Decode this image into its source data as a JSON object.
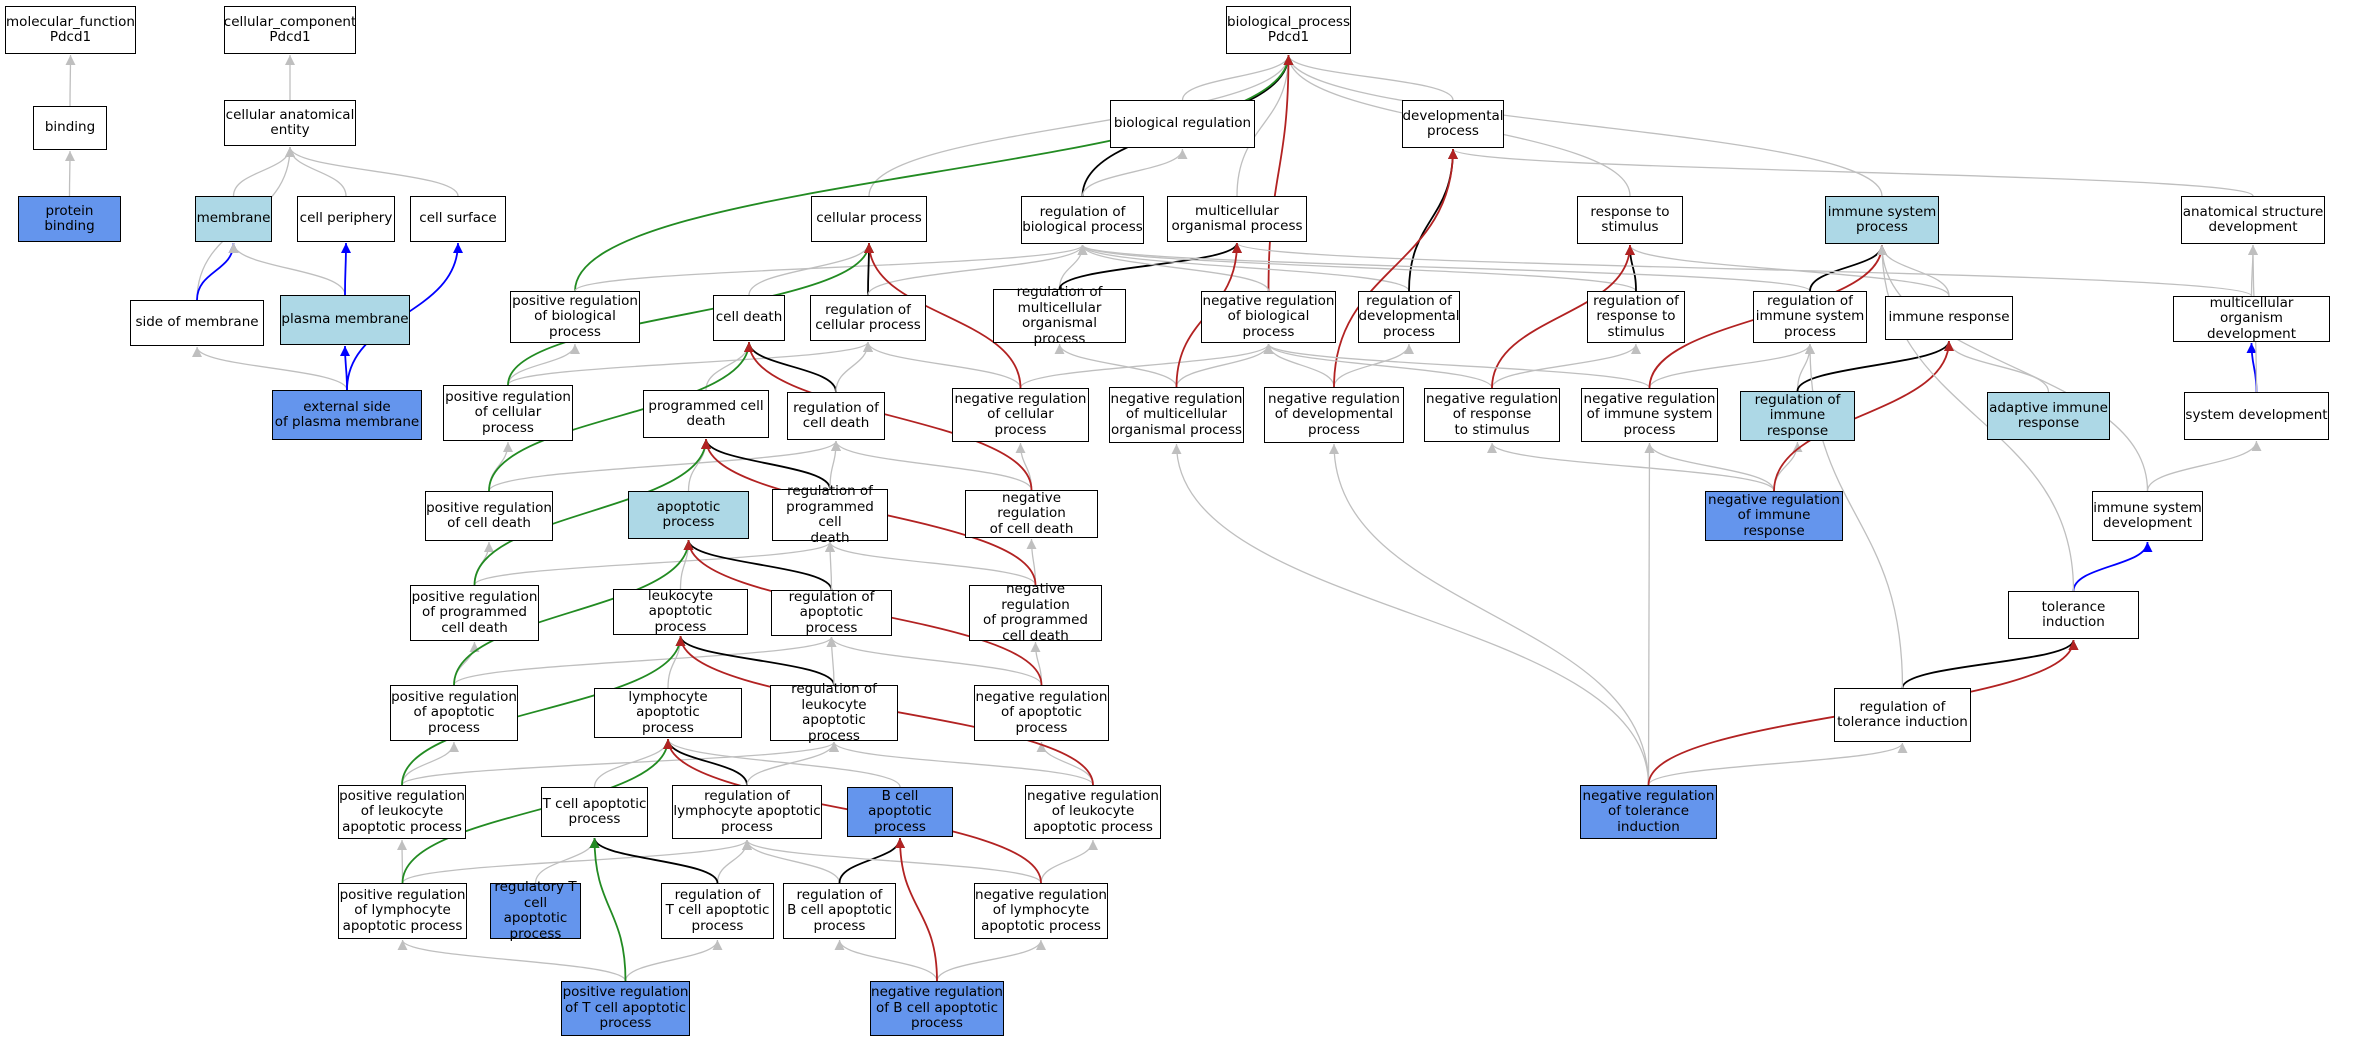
{
  "title": "GO graph Pdcd1",
  "colors": {
    "plain": "#ffffff",
    "light_blue": "#add8e6",
    "dark_blue": "#6495ed",
    "edge_is_a": "#bfbfbf",
    "edge_part_of": "#000000",
    "edge_regulates": "#0000ff",
    "edge_positively_regulates": "#228b22",
    "edge_negatively_regulates": "#b22222"
  },
  "nodes": [
    {
      "id": "mf",
      "label": "molecular_function\nPdcd1",
      "fill": "plain"
    },
    {
      "id": "cc",
      "label": "cellular_component\nPdcd1",
      "fill": "plain"
    },
    {
      "id": "bp",
      "label": "biological_process\nPdcd1",
      "fill": "plain"
    },
    {
      "id": "binding",
      "label": "binding",
      "fill": "plain"
    },
    {
      "id": "protbind",
      "label": "protein binding",
      "fill": "dark_blue"
    },
    {
      "id": "cae",
      "label": "cellular anatomical\nentity",
      "fill": "plain"
    },
    {
      "id": "membrane",
      "label": "membrane",
      "fill": "light_blue"
    },
    {
      "id": "cellper",
      "label": "cell periphery",
      "fill": "plain"
    },
    {
      "id": "cellsurf",
      "label": "cell surface",
      "fill": "plain"
    },
    {
      "id": "sidemem",
      "label": "side of membrane",
      "fill": "plain"
    },
    {
      "id": "plasmamem",
      "label": "plasma membrane",
      "fill": "light_blue"
    },
    {
      "id": "extside",
      "label": "external side\nof plasma membrane",
      "fill": "dark_blue"
    },
    {
      "id": "bioreg",
      "label": "biological regulation",
      "fill": "plain"
    },
    {
      "id": "devproc",
      "label": "developmental\nprocess",
      "fill": "plain"
    },
    {
      "id": "cellproc",
      "label": "cellular process",
      "fill": "plain"
    },
    {
      "id": "regbio",
      "label": "regulation of\nbiological process",
      "fill": "plain"
    },
    {
      "id": "multiorg",
      "label": "multicellular\norganismal process",
      "fill": "plain"
    },
    {
      "id": "respstim",
      "label": "response to\nstimulus",
      "fill": "plain"
    },
    {
      "id": "immsys",
      "label": "immune system\nprocess",
      "fill": "light_blue"
    },
    {
      "id": "anatdev",
      "label": "anatomical structure\ndevelopment",
      "fill": "plain"
    },
    {
      "id": "posregbio",
      "label": "positive regulation\nof biological\nprocess",
      "fill": "plain"
    },
    {
      "id": "celldeath",
      "label": "cell death",
      "fill": "plain"
    },
    {
      "id": "regcellproc",
      "label": "regulation of\ncellular process",
      "fill": "plain"
    },
    {
      "id": "regmulti",
      "label": "regulation of\nmulticellular\norganismal process",
      "fill": "plain"
    },
    {
      "id": "negregbio",
      "label": "negative regulation\nof biological\nprocess",
      "fill": "plain"
    },
    {
      "id": "regdev",
      "label": "regulation of\ndevelopmental\nprocess",
      "fill": "plain"
    },
    {
      "id": "regresp",
      "label": "regulation of\nresponse to\nstimulus",
      "fill": "plain"
    },
    {
      "id": "regimm",
      "label": "regulation of\nimmune system\nprocess",
      "fill": "plain"
    },
    {
      "id": "immresp",
      "label": "immune response",
      "fill": "plain"
    },
    {
      "id": "multidev",
      "label": "multicellular\norganism development",
      "fill": "plain"
    },
    {
      "id": "posregcell",
      "label": "positive regulation\nof cellular\nprocess",
      "fill": "plain"
    },
    {
      "id": "pcd",
      "label": "programmed cell\ndeath",
      "fill": "plain"
    },
    {
      "id": "regcd",
      "label": "regulation of\ncell death",
      "fill": "plain"
    },
    {
      "id": "negregcell",
      "label": "negative regulation\nof cellular\nprocess",
      "fill": "plain"
    },
    {
      "id": "negregmulti",
      "label": "negative regulation\nof multicellular\norganismal process",
      "fill": "plain"
    },
    {
      "id": "negregdev",
      "label": "negative regulation\nof developmental\nprocess",
      "fill": "plain"
    },
    {
      "id": "negregresp",
      "label": "negative regulation\nof response\nto stimulus",
      "fill": "plain"
    },
    {
      "id": "negregimm",
      "label": "negative regulation\nof immune system\nprocess",
      "fill": "plain"
    },
    {
      "id": "regimmresp",
      "label": "regulation of\nimmune response",
      "fill": "light_blue"
    },
    {
      "id": "adaptimm",
      "label": "adaptive immune\nresponse",
      "fill": "light_blue"
    },
    {
      "id": "sysdev",
      "label": "system development",
      "fill": "plain"
    },
    {
      "id": "posregcd",
      "label": "positive regulation\nof cell death",
      "fill": "plain"
    },
    {
      "id": "apop",
      "label": "apoptotic process",
      "fill": "light_blue"
    },
    {
      "id": "regpcd",
      "label": "regulation of\nprogrammed cell\ndeath",
      "fill": "plain"
    },
    {
      "id": "negregcd",
      "label": "negative regulation\nof cell death",
      "fill": "plain"
    },
    {
      "id": "negregimmresp",
      "label": "negative regulation\nof immune response",
      "fill": "dark_blue"
    },
    {
      "id": "immsysdev",
      "label": "immune system\ndevelopment",
      "fill": "plain"
    },
    {
      "id": "posregpcd",
      "label": "positive regulation\nof programmed\ncell death",
      "fill": "plain"
    },
    {
      "id": "leukapop",
      "label": "leukocyte apoptotic\nprocess",
      "fill": "plain"
    },
    {
      "id": "regapop",
      "label": "regulation of\napoptotic process",
      "fill": "plain"
    },
    {
      "id": "negregpcd",
      "label": "negative regulation\nof programmed\ncell death",
      "fill": "plain"
    },
    {
      "id": "tolind",
      "label": "tolerance induction",
      "fill": "plain"
    },
    {
      "id": "posregapop",
      "label": "positive regulation\nof apoptotic\nprocess",
      "fill": "plain"
    },
    {
      "id": "lymphapop",
      "label": "lymphocyte apoptotic\nprocess",
      "fill": "plain"
    },
    {
      "id": "regleukapop",
      "label": "regulation of\nleukocyte apoptotic\nprocess",
      "fill": "plain"
    },
    {
      "id": "negregapop",
      "label": "negative regulation\nof apoptotic\nprocess",
      "fill": "plain"
    },
    {
      "id": "regtolind",
      "label": "regulation of\ntolerance induction",
      "fill": "plain"
    },
    {
      "id": "posregleuk",
      "label": "positive regulation\nof leukocyte\napoptotic process",
      "fill": "plain"
    },
    {
      "id": "tcellapop",
      "label": "T cell apoptotic\nprocess",
      "fill": "plain"
    },
    {
      "id": "reglymphapop",
      "label": "regulation of\nlymphocyte apoptotic\nprocess",
      "fill": "plain"
    },
    {
      "id": "bcellapop",
      "label": "B cell apoptotic\nprocess",
      "fill": "dark_blue"
    },
    {
      "id": "negregleuk",
      "label": "negative regulation\nof leukocyte\napoptotic process",
      "fill": "plain"
    },
    {
      "id": "negregtol",
      "label": "negative regulation\nof tolerance\ninduction",
      "fill": "dark_blue"
    },
    {
      "id": "posreglymph",
      "label": "positive regulation\nof lymphocyte\napoptotic process",
      "fill": "plain"
    },
    {
      "id": "regtregapop",
      "label": "regulatory T\ncell apoptotic\nprocess",
      "fill": "dark_blue"
    },
    {
      "id": "regtcellapop",
      "label": "regulation of\nT cell apoptotic\nprocess",
      "fill": "plain"
    },
    {
      "id": "regbcellapop",
      "label": "regulation of\nB cell apoptotic\nprocess",
      "fill": "plain"
    },
    {
      "id": "negreglymph",
      "label": "negative regulation\nof lymphocyte\napoptotic process",
      "fill": "plain"
    },
    {
      "id": "posregtcell",
      "label": "positive regulation\nof T cell apoptotic\nprocess",
      "fill": "dark_blue"
    },
    {
      "id": "negregbcell",
      "label": "negative regulation\nof B cell apoptotic\nprocess",
      "fill": "dark_blue"
    }
  ],
  "edges": [
    [
      "binding",
      "mf",
      "is_a"
    ],
    [
      "protbind",
      "binding",
      "is_a"
    ],
    [
      "cae",
      "cc",
      "is_a"
    ],
    [
      "membrane",
      "cae",
      "is_a"
    ],
    [
      "cellper",
      "cae",
      "is_a"
    ],
    [
      "cellsurf",
      "cae",
      "is_a"
    ],
    [
      "sidemem",
      "cae",
      "is_a"
    ],
    [
      "sidemem",
      "membrane",
      "regulates"
    ],
    [
      "plasmamem",
      "membrane",
      "is_a"
    ],
    [
      "plasmamem",
      "cellper",
      "regulates"
    ],
    [
      "extside",
      "sidemem",
      "is_a"
    ],
    [
      "extside",
      "plasmamem",
      "regulates"
    ],
    [
      "extside",
      "cellsurf",
      "regulates"
    ],
    [
      "bioreg",
      "bp",
      "is_a"
    ],
    [
      "devproc",
      "bp",
      "is_a"
    ],
    [
      "cellproc",
      "bp",
      "is_a"
    ],
    [
      "regbio",
      "bp",
      "part_of"
    ],
    [
      "multiorg",
      "bp",
      "is_a"
    ],
    [
      "respstim",
      "bp",
      "is_a"
    ],
    [
      "immsys",
      "bp",
      "is_a"
    ],
    [
      "anatdev",
      "devproc",
      "is_a"
    ],
    [
      "posregbio",
      "bp",
      "positively_regulates"
    ],
    [
      "negregbio",
      "bp",
      "negatively_regulates"
    ],
    [
      "regbio",
      "bioreg",
      "is_a"
    ],
    [
      "posregbio",
      "regbio",
      "is_a"
    ],
    [
      "celldeath",
      "cellproc",
      "is_a"
    ],
    [
      "regcellproc",
      "cellproc",
      "part_of"
    ],
    [
      "regcellproc",
      "regbio",
      "is_a"
    ],
    [
      "regmulti",
      "regbio",
      "is_a"
    ],
    [
      "regmulti",
      "multiorg",
      "part_of"
    ],
    [
      "negregbio",
      "regbio",
      "is_a"
    ],
    [
      "regdev",
      "regbio",
      "is_a"
    ],
    [
      "regdev",
      "devproc",
      "part_of"
    ],
    [
      "regresp",
      "regbio",
      "is_a"
    ],
    [
      "regresp",
      "respstim",
      "part_of"
    ],
    [
      "regimm",
      "regbio",
      "is_a"
    ],
    [
      "regimm",
      "immsys",
      "part_of"
    ],
    [
      "immresp",
      "immsys",
      "is_a"
    ],
    [
      "immresp",
      "respstim",
      "is_a"
    ],
    [
      "multidev",
      "anatdev",
      "is_a"
    ],
    [
      "multidev",
      "multiorg",
      "is_a"
    ],
    [
      "posregcell",
      "regcellproc",
      "is_a"
    ],
    [
      "posregcell",
      "posregbio",
      "is_a"
    ],
    [
      "posregcell",
      "cellproc",
      "positively_regulates"
    ],
    [
      "pcd",
      "celldeath",
      "is_a"
    ],
    [
      "regcd",
      "celldeath",
      "part_of"
    ],
    [
      "regcd",
      "regcellproc",
      "is_a"
    ],
    [
      "negregcell",
      "regcellproc",
      "is_a"
    ],
    [
      "negregcell",
      "negregbio",
      "is_a"
    ],
    [
      "negregcell",
      "cellproc",
      "negatively_regulates"
    ],
    [
      "negregmulti",
      "regmulti",
      "is_a"
    ],
    [
      "negregmulti",
      "negregbio",
      "is_a"
    ],
    [
      "negregmulti",
      "multiorg",
      "negatively_regulates"
    ],
    [
      "negregdev",
      "regdev",
      "is_a"
    ],
    [
      "negregdev",
      "negregbio",
      "is_a"
    ],
    [
      "negregdev",
      "devproc",
      "negatively_regulates"
    ],
    [
      "negregresp",
      "regresp",
      "is_a"
    ],
    [
      "negregresp",
      "negregbio",
      "is_a"
    ],
    [
      "negregresp",
      "respstim",
      "negatively_regulates"
    ],
    [
      "negregimm",
      "regimm",
      "is_a"
    ],
    [
      "negregimm",
      "negregbio",
      "is_a"
    ],
    [
      "negregimm",
      "immsys",
      "negatively_regulates"
    ],
    [
      "regimmresp",
      "regimm",
      "is_a"
    ],
    [
      "regimmresp",
      "immresp",
      "part_of"
    ],
    [
      "adaptimm",
      "immresp",
      "is_a"
    ],
    [
      "sysdev",
      "multidev",
      "regulates"
    ],
    [
      "sysdev",
      "anatdev",
      "is_a"
    ],
    [
      "posregcd",
      "regcd",
      "is_a"
    ],
    [
      "posregcd",
      "posregcell",
      "is_a"
    ],
    [
      "posregcd",
      "celldeath",
      "positively_regulates"
    ],
    [
      "apop",
      "pcd",
      "is_a"
    ],
    [
      "regpcd",
      "pcd",
      "part_of"
    ],
    [
      "regpcd",
      "regcd",
      "is_a"
    ],
    [
      "negregcd",
      "regcd",
      "is_a"
    ],
    [
      "negregcd",
      "negregcell",
      "is_a"
    ],
    [
      "negregcd",
      "celldeath",
      "negatively_regulates"
    ],
    [
      "negregimmresp",
      "regimmresp",
      "is_a"
    ],
    [
      "negregimmresp",
      "negregimm",
      "is_a"
    ],
    [
      "negregimmresp",
      "negregresp",
      "is_a"
    ],
    [
      "negregimmresp",
      "immresp",
      "negatively_regulates"
    ],
    [
      "immsysdev",
      "sysdev",
      "is_a"
    ],
    [
      "immsysdev",
      "immsys",
      "is_a"
    ],
    [
      "posregpcd",
      "regpcd",
      "is_a"
    ],
    [
      "posregpcd",
      "posregcd",
      "is_a"
    ],
    [
      "posregpcd",
      "pcd",
      "positively_regulates"
    ],
    [
      "leukapop",
      "apop",
      "is_a"
    ],
    [
      "regapop",
      "apop",
      "part_of"
    ],
    [
      "regapop",
      "regpcd",
      "is_a"
    ],
    [
      "negregpcd",
      "regpcd",
      "is_a"
    ],
    [
      "negregpcd",
      "negregcd",
      "is_a"
    ],
    [
      "negregpcd",
      "pcd",
      "negatively_regulates"
    ],
    [
      "tolind",
      "immsysdev",
      "regulates"
    ],
    [
      "tolind",
      "immsys",
      "is_a"
    ],
    [
      "posregapop",
      "regapop",
      "is_a"
    ],
    [
      "posregapop",
      "posregpcd",
      "is_a"
    ],
    [
      "posregapop",
      "apop",
      "positively_regulates"
    ],
    [
      "lymphapop",
      "leukapop",
      "is_a"
    ],
    [
      "regleukapop",
      "leukapop",
      "part_of"
    ],
    [
      "regleukapop",
      "regapop",
      "is_a"
    ],
    [
      "negregapop",
      "regapop",
      "is_a"
    ],
    [
      "negregapop",
      "negregpcd",
      "is_a"
    ],
    [
      "negregapop",
      "apop",
      "negatively_regulates"
    ],
    [
      "regtolind",
      "tolind",
      "part_of"
    ],
    [
      "regtolind",
      "regimm",
      "is_a"
    ],
    [
      "posregleuk",
      "regleukapop",
      "is_a"
    ],
    [
      "posregleuk",
      "posregapop",
      "is_a"
    ],
    [
      "posregleuk",
      "leukapop",
      "positively_regulates"
    ],
    [
      "tcellapop",
      "lymphapop",
      "is_a"
    ],
    [
      "reglymphapop",
      "lymphapop",
      "part_of"
    ],
    [
      "reglymphapop",
      "regleukapop",
      "is_a"
    ],
    [
      "bcellapop",
      "lymphapop",
      "is_a"
    ],
    [
      "negregleuk",
      "regleukapop",
      "is_a"
    ],
    [
      "negregleuk",
      "negregapop",
      "is_a"
    ],
    [
      "negregleuk",
      "leukapop",
      "negatively_regulates"
    ],
    [
      "negregtol",
      "regtolind",
      "is_a"
    ],
    [
      "negregtol",
      "negregimm",
      "is_a"
    ],
    [
      "negregtol",
      "negregdev",
      "is_a"
    ],
    [
      "negregtol",
      "negregmulti",
      "is_a"
    ],
    [
      "negregtol",
      "tolind",
      "negatively_regulates"
    ],
    [
      "posreglymph",
      "reglymphapop",
      "is_a"
    ],
    [
      "posreglymph",
      "posregleuk",
      "is_a"
    ],
    [
      "posreglymph",
      "lymphapop",
      "positively_regulates"
    ],
    [
      "regtregapop",
      "tcellapop",
      "is_a"
    ],
    [
      "regtcellapop",
      "reglymphapop",
      "is_a"
    ],
    [
      "regtcellapop",
      "tcellapop",
      "part_of"
    ],
    [
      "regbcellapop",
      "reglymphapop",
      "is_a"
    ],
    [
      "regbcellapop",
      "bcellapop",
      "part_of"
    ],
    [
      "negreglymph",
      "reglymphapop",
      "is_a"
    ],
    [
      "negreglymph",
      "negregleuk",
      "is_a"
    ],
    [
      "negreglymph",
      "lymphapop",
      "negatively_regulates"
    ],
    [
      "posregtcell",
      "regtcellapop",
      "is_a"
    ],
    [
      "posregtcell",
      "posreglymph",
      "is_a"
    ],
    [
      "posregtcell",
      "tcellapop",
      "positively_regulates"
    ],
    [
      "negregbcell",
      "regbcellapop",
      "is_a"
    ],
    [
      "negregbcell",
      "negreglymph",
      "is_a"
    ],
    [
      "negregbcell",
      "bcellapop",
      "negatively_regulates"
    ]
  ]
}
